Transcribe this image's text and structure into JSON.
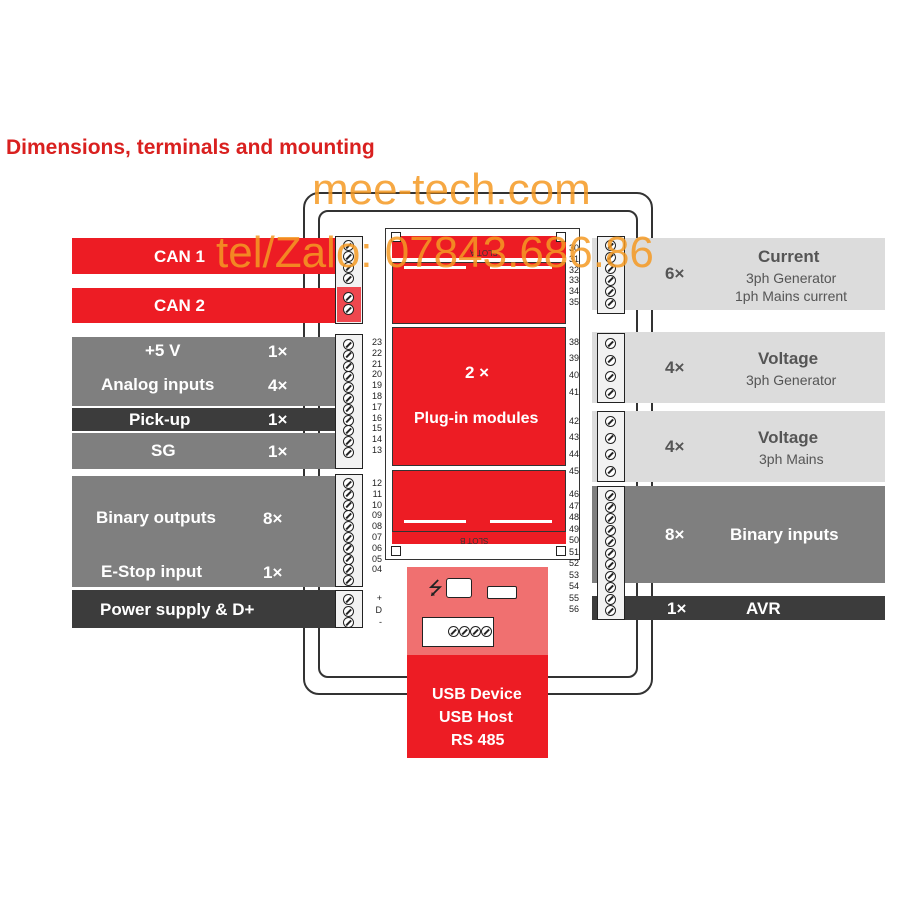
{
  "title": "Dimensions, terminals and mounting",
  "watermark": {
    "line1": "mee-tech.com",
    "line2": "tel/Zalo: 07843.686.86"
  },
  "left_labels": {
    "can1": "CAN 1",
    "can2": "CAN 2",
    "v5": "+5 V",
    "v5_count": "1×",
    "analog": "Analog inputs",
    "analog_count": "4×",
    "pickup": "Pick-up",
    "pickup_count": "1×",
    "sg": "SG",
    "sg_count": "1×",
    "binary_out": "Binary outputs",
    "binary_out_count": "8×",
    "estop": "E-Stop input",
    "estop_count": "1×",
    "power": "Power supply & D+"
  },
  "right_labels": {
    "current_count": "6×",
    "current": "Current",
    "current_sub1": "3ph Generator",
    "current_sub2": "1ph Mains current",
    "voltage1_count": "4×",
    "voltage1": "Voltage",
    "voltage1_sub": "3ph Generator",
    "voltage2_count": "4×",
    "voltage2": "Voltage",
    "voltage2_sub": "3ph Mains",
    "binary_in_count": "8×",
    "binary_in": "Binary inputs",
    "avr_count": "1×",
    "avr": "AVR"
  },
  "center": {
    "modules_count": "2 ×",
    "modules_label": "Plug-in modules",
    "usb_device": "USB Device",
    "usb_host": "USB Host",
    "rs485": "RS 485",
    "slot_a": "SLOT A",
    "slot_b": "SLOT B"
  },
  "terminals_left": [
    "23",
    "22",
    "21",
    "20",
    "19",
    "18",
    "17",
    "16",
    "15",
    "14",
    "13",
    "12",
    "11",
    "10",
    "09",
    "08",
    "07",
    "06",
    "05",
    "04",
    "+",
    "D",
    "-"
  ],
  "terminals_right": [
    "30",
    "31",
    "32",
    "33",
    "34",
    "35",
    "38",
    "39",
    "40",
    "41",
    "42",
    "43",
    "44",
    "45",
    "46",
    "47",
    "48",
    "49",
    "50",
    "51",
    "52",
    "53",
    "54",
    "55",
    "56"
  ],
  "colors": {
    "red": "#ed1c24",
    "dark_gray": "#3c3c3c",
    "mid_gray": "#7f7f7f",
    "light_gray": "#dcdcdc",
    "title_red": "#d9201f",
    "watermark_orange": "#f59a23"
  }
}
